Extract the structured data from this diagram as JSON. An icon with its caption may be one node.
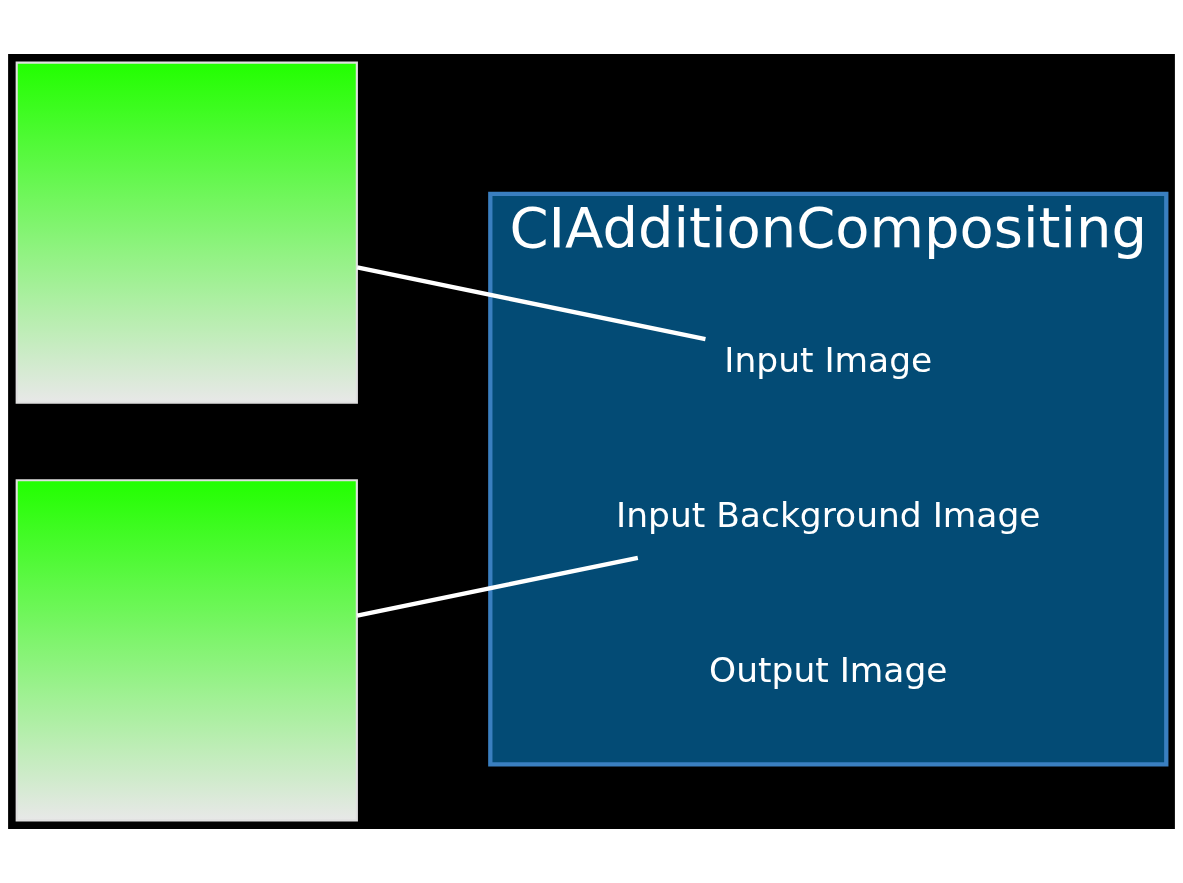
{
  "diagram": {
    "nodes": [
      {
        "text": [],
        "shape": "picture"
      },
      {
        "text": [],
        "shape": "picture"
      },
      {
        "text": [
          "CIAdditionCompositing"
        ]
      },
      {
        "text": [
          "Input Image"
        ],
        "in": 2
      },
      {
        "text": [
          "Input Background Image"
        ],
        "in": 2
      },
      {
        "text": [
          "Output Image"
        ],
        "in": 2
      }
    ],
    "edges": [
      {
        "from": 0,
        "to": 3,
        "arrow": "none"
      },
      {
        "from": 1,
        "to": 4,
        "arrow": "none"
      }
    ]
  }
}
